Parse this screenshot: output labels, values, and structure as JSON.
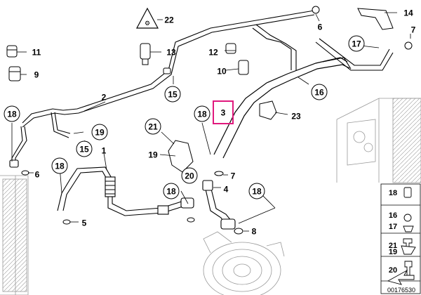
{
  "diagram": {
    "callouts": [
      {
        "id": "c22",
        "text": "22"
      },
      {
        "id": "c14",
        "text": "14"
      },
      {
        "id": "c6top",
        "text": "6"
      },
      {
        "id": "c7top",
        "text": "7"
      },
      {
        "id": "c11",
        "text": "11"
      },
      {
        "id": "c13",
        "text": "13"
      },
      {
        "id": "c12",
        "text": "12"
      },
      {
        "id": "c9",
        "text": "9"
      },
      {
        "id": "c10",
        "text": "10"
      },
      {
        "id": "c17",
        "text": "17"
      },
      {
        "id": "c15a",
        "text": "15"
      },
      {
        "id": "c16",
        "text": "16"
      },
      {
        "id": "c2",
        "text": "2"
      },
      {
        "id": "c18a",
        "text": "18"
      },
      {
        "id": "c18b",
        "text": "18"
      },
      {
        "id": "c3",
        "text": "3"
      },
      {
        "id": "c23",
        "text": "23"
      },
      {
        "id": "c21",
        "text": "21"
      },
      {
        "id": "c19a",
        "text": "19"
      },
      {
        "id": "c15b",
        "text": "15"
      },
      {
        "id": "c1",
        "text": "1"
      },
      {
        "id": "c19b",
        "text": "19"
      },
      {
        "id": "c18c",
        "text": "18"
      },
      {
        "id": "c6mid",
        "text": "6"
      },
      {
        "id": "c20",
        "text": "20"
      },
      {
        "id": "c7mid",
        "text": "7"
      },
      {
        "id": "c4",
        "text": "4"
      },
      {
        "id": "c18d",
        "text": "18"
      },
      {
        "id": "c18e",
        "text": "18"
      },
      {
        "id": "c5",
        "text": "5"
      },
      {
        "id": "c8",
        "text": "8"
      }
    ],
    "legend": [
      {
        "id": "l18",
        "text": "18"
      },
      {
        "id": "l16",
        "text": "16"
      },
      {
        "id": "l17",
        "text": "17"
      },
      {
        "id": "l21",
        "text": "21"
      },
      {
        "id": "l19",
        "text": "19"
      },
      {
        "id": "l20",
        "text": "20"
      }
    ],
    "figure_number": "00176530",
    "highlight_color": "#e0197d",
    "line_color": "#000000"
  }
}
